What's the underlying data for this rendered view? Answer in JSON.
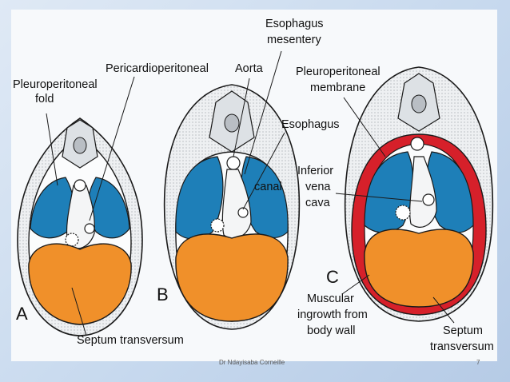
{
  "labels": {
    "pleuroperitoneal_fold_1": "Pleuroperitoneal",
    "pleuroperitoneal_fold_2": "fold",
    "pericardioperitoneal": "Pericardioperitoneal",
    "aorta": "Aorta",
    "esophagus_mesentery_1": "Esophagus",
    "esophagus_mesentery_2": "mesentery",
    "pleuroperitoneal_membrane_1": "Pleuroperitoneal",
    "pleuroperitoneal_membrane_2": "membrane",
    "esophagus": "Esophagus",
    "canal": "canal",
    "ivc_1": "Inferior",
    "ivc_2": "vena",
    "ivc_3": "cava",
    "muscular_1": "Muscular",
    "muscular_2": "ingrowth from",
    "muscular_3": "body wall",
    "septum_a": "Septum transversum",
    "septum_c_1": "Septum",
    "septum_c_2": "transversum"
  },
  "panel_letters": {
    "a": "A",
    "b": "B",
    "c": "C"
  },
  "footer": {
    "author": "Dr Ndayisaba Corneille",
    "page": "7"
  },
  "colors": {
    "cavity_blue": "#1e7fb8",
    "septum_orange": "#f0902a",
    "muscle_red": "#d6202a",
    "outline": "#1a1a1a",
    "wall": "#e9ecef"
  }
}
